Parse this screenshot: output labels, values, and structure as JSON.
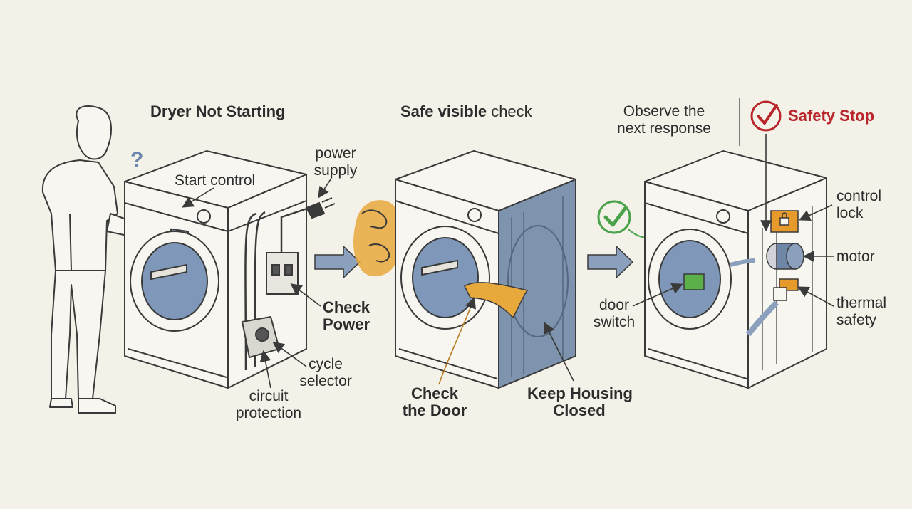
{
  "panel1": {
    "title": "Dryer Not Starting",
    "question_mark": "?",
    "start_control": "Start control",
    "power_supply": [
      "power",
      "supply"
    ],
    "check_power": [
      "Check",
      "Power"
    ],
    "cycle_selector": [
      "cycle",
      "selector"
    ],
    "circuit_protection": [
      "circuit",
      "protection"
    ]
  },
  "panel2": {
    "title_bold": "Safe visible",
    "title_rest": " check",
    "check_door": [
      "Check",
      "the Door"
    ],
    "keep_housing": [
      "Keep Housing",
      "Closed"
    ]
  },
  "panel3": {
    "observe": [
      "Observe the",
      "next response"
    ],
    "safety_stop": "Safety Stop",
    "control_lock": [
      "control",
      "lock"
    ],
    "motor": "motor",
    "thermal_safety": [
      "thermal",
      "safety"
    ],
    "door_switch": [
      "door",
      "switch"
    ]
  },
  "colors": {
    "background": "#f3f1e8",
    "ink": "#3a3a3a",
    "machine_fill": "#f7f6f0",
    "drum_blue": "#7f97b8",
    "housing_blue": "#7e93ad",
    "highlight_orange": "#e8a93c",
    "check_green": "#4aa34a",
    "stop_red": "#b8262c",
    "arrow_blue": "#8aa0bd",
    "lock_orange": "#e79a2c"
  },
  "icons": [
    "question-icon",
    "plug-icon",
    "hand-icon",
    "check-circle-icon",
    "stop-check-icon",
    "lock-icon",
    "motor-icon",
    "arrow-right-icon"
  ]
}
